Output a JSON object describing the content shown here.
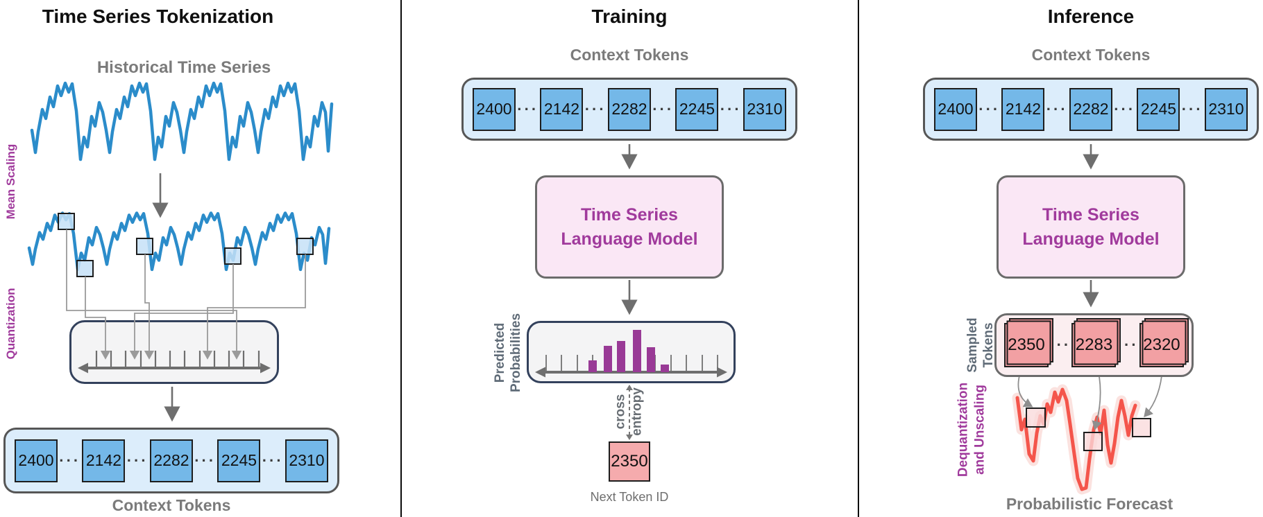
{
  "ui": {
    "ellipsis": "···"
  },
  "colors": {
    "series_blue": "#2b8cca",
    "token_blue": "#74b8e8",
    "token_container_blue": "#dcedfb",
    "model_pink": "#fae7f5",
    "model_text_purple": "#a03a9c",
    "histogram_purple": "#993a96",
    "next_token_pink": "#f5abad",
    "sampled_card_pink": "#f2a0a3",
    "forecast_red": "#f4554b",
    "gray_label": "#7b7b7b"
  },
  "tokenization": {
    "title": "Time Series Tokenization",
    "historical_label": "Historical Time Series",
    "mean_scaling_label": "Mean Scaling",
    "quantization_label": "Quantization",
    "context_tokens_label": "Context Tokens",
    "tokens": [
      "2400",
      "2142",
      "2282",
      "2245",
      "2310"
    ]
  },
  "training": {
    "title": "Training",
    "context_tokens_label": "Context Tokens",
    "tokens": [
      "2400",
      "2142",
      "2282",
      "2245",
      "2310"
    ],
    "model_line1": "Time Series",
    "model_line2": "Language Model",
    "predicted_line1": "Predicted",
    "predicted_line2": "Probabilities",
    "loss_line1": "cross",
    "loss_line2": "entropy",
    "next_token_value": "2350",
    "next_token_label": "Next Token ID"
  },
  "inference": {
    "title": "Inference",
    "context_tokens_label": "Context Tokens",
    "tokens": [
      "2400",
      "2142",
      "2282",
      "2245",
      "2310"
    ],
    "model_line1": "Time Series",
    "model_line2": "Language Model",
    "sampled_line1": "Sampled",
    "sampled_line2": "Tokens",
    "sampled_tokens": [
      "2350",
      "2283",
      "2320"
    ],
    "dequant_line1": "Dequantization",
    "dequant_line2": "and Unscaling",
    "forecast_label": "Probabilistic Forecast"
  }
}
